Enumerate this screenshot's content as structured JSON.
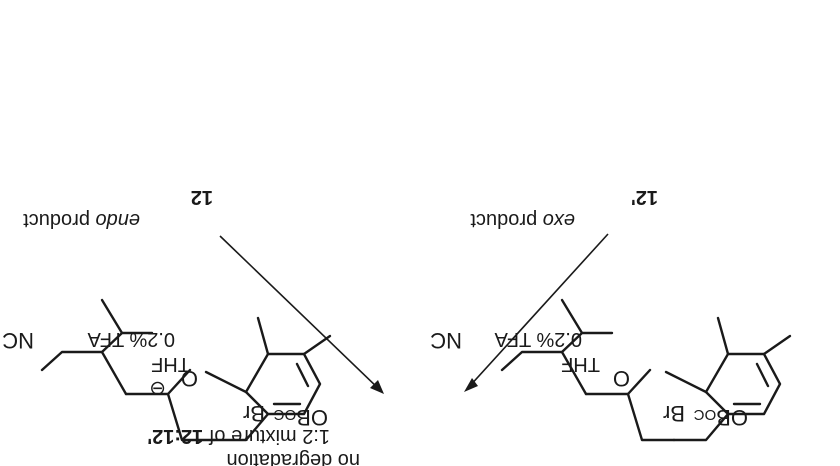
{
  "compound_left": {
    "id": "12",
    "descriptor_italic": "endo",
    "descriptor_rest": " product",
    "nitrile": "NC",
    "bromine": "Br",
    "ether_oxygen": "O",
    "boc_o": "O",
    "boc_b": "B",
    "boc_oc": "OC",
    "stereo_marker": "⊖"
  },
  "compound_right": {
    "id": "12'",
    "descriptor_italic": "exo",
    "descriptor_rest": " product",
    "nitrile": "NC",
    "bromine": "Br",
    "ether_oxygen": "O",
    "boc_o": "O",
    "boc_b": "B",
    "boc_oc": "OC"
  },
  "conditions_left": {
    "line1": "0.2% TFA",
    "line2": "THF"
  },
  "conditions_right": {
    "line1": "0.2% TFA",
    "line2": "THF"
  },
  "outcome": {
    "prefix": "1:2 mixture of ",
    "bold": "12:12'",
    "note": "no degradation"
  }
}
